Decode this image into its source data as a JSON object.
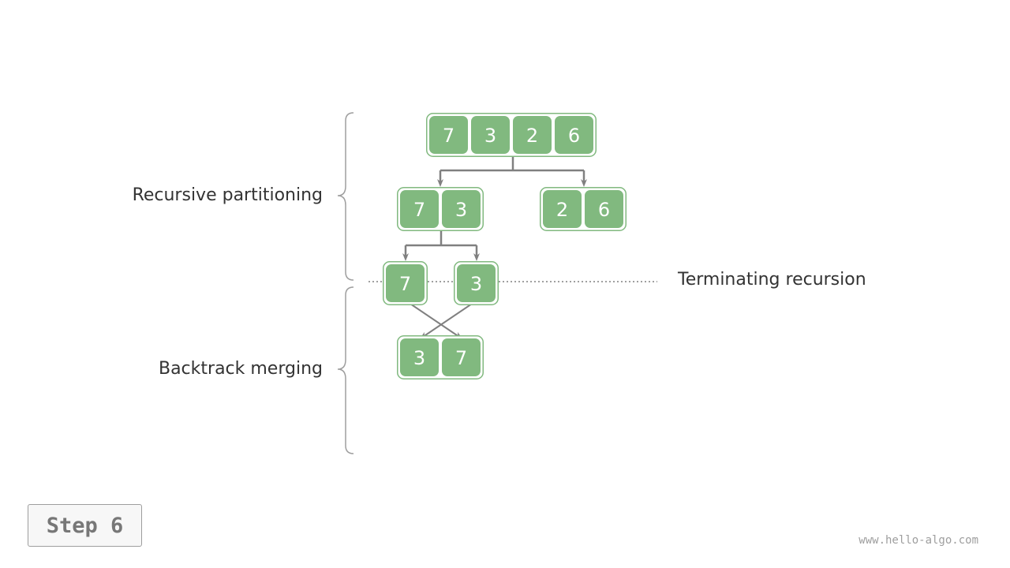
{
  "labels": {
    "recursive_partitioning": "Recursive partitioning",
    "backtrack_merging": "Backtrack merging",
    "terminating_recursion": "Terminating recursion"
  },
  "step": "Step 6",
  "watermark": "www.hello-algo.com",
  "colors": {
    "cell_fill": "#81b97f",
    "cell_border": "#81b97f",
    "cell_text": "#ffffff",
    "arrow": "#808080",
    "brace": "#9e9e9e",
    "text": "#333333"
  },
  "arrays": {
    "root": [
      "7",
      "3",
      "2",
      "6"
    ],
    "left": [
      "7",
      "3"
    ],
    "right": [
      "2",
      "6"
    ],
    "leaf_a": [
      "7"
    ],
    "leaf_b": [
      "3"
    ],
    "merged": [
      "3",
      "7"
    ]
  }
}
